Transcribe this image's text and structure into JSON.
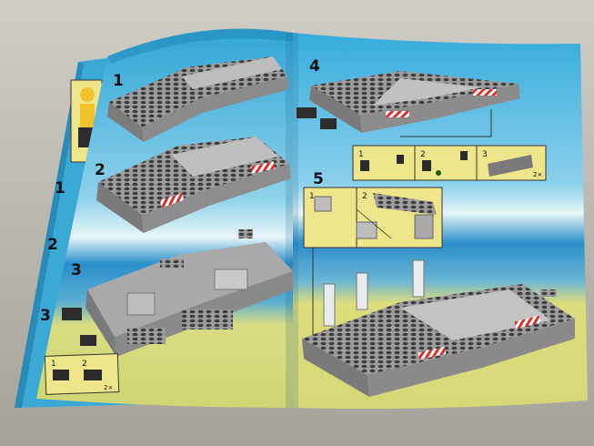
{
  "booklet": {
    "left_page_steps": {
      "s1": "1",
      "s2": "2",
      "s3": "3"
    },
    "right_page_steps": {
      "s4": "4",
      "s5": "5"
    },
    "under_page_steps": {
      "a": "1",
      "b": "2",
      "c": "3"
    },
    "step3_callout": {
      "n1": "1",
      "n2": "2",
      "qty": "2×"
    },
    "step4_callout": {
      "n1": "1",
      "n2": "2",
      "n3": "3",
      "qty": "2×"
    },
    "step5_callout": {
      "n1": "1",
      "n2": "2"
    }
  },
  "colors": {
    "sky": "#3fb2dc",
    "sky_light": "#bfe6f2",
    "sea": "#1f86c8",
    "sand": "#e2df7a",
    "callout_bg": "#efe58a",
    "brick": "#a8a8a8",
    "brick_dark": "#6e6e6e",
    "stripe_red": "#d8322a"
  }
}
